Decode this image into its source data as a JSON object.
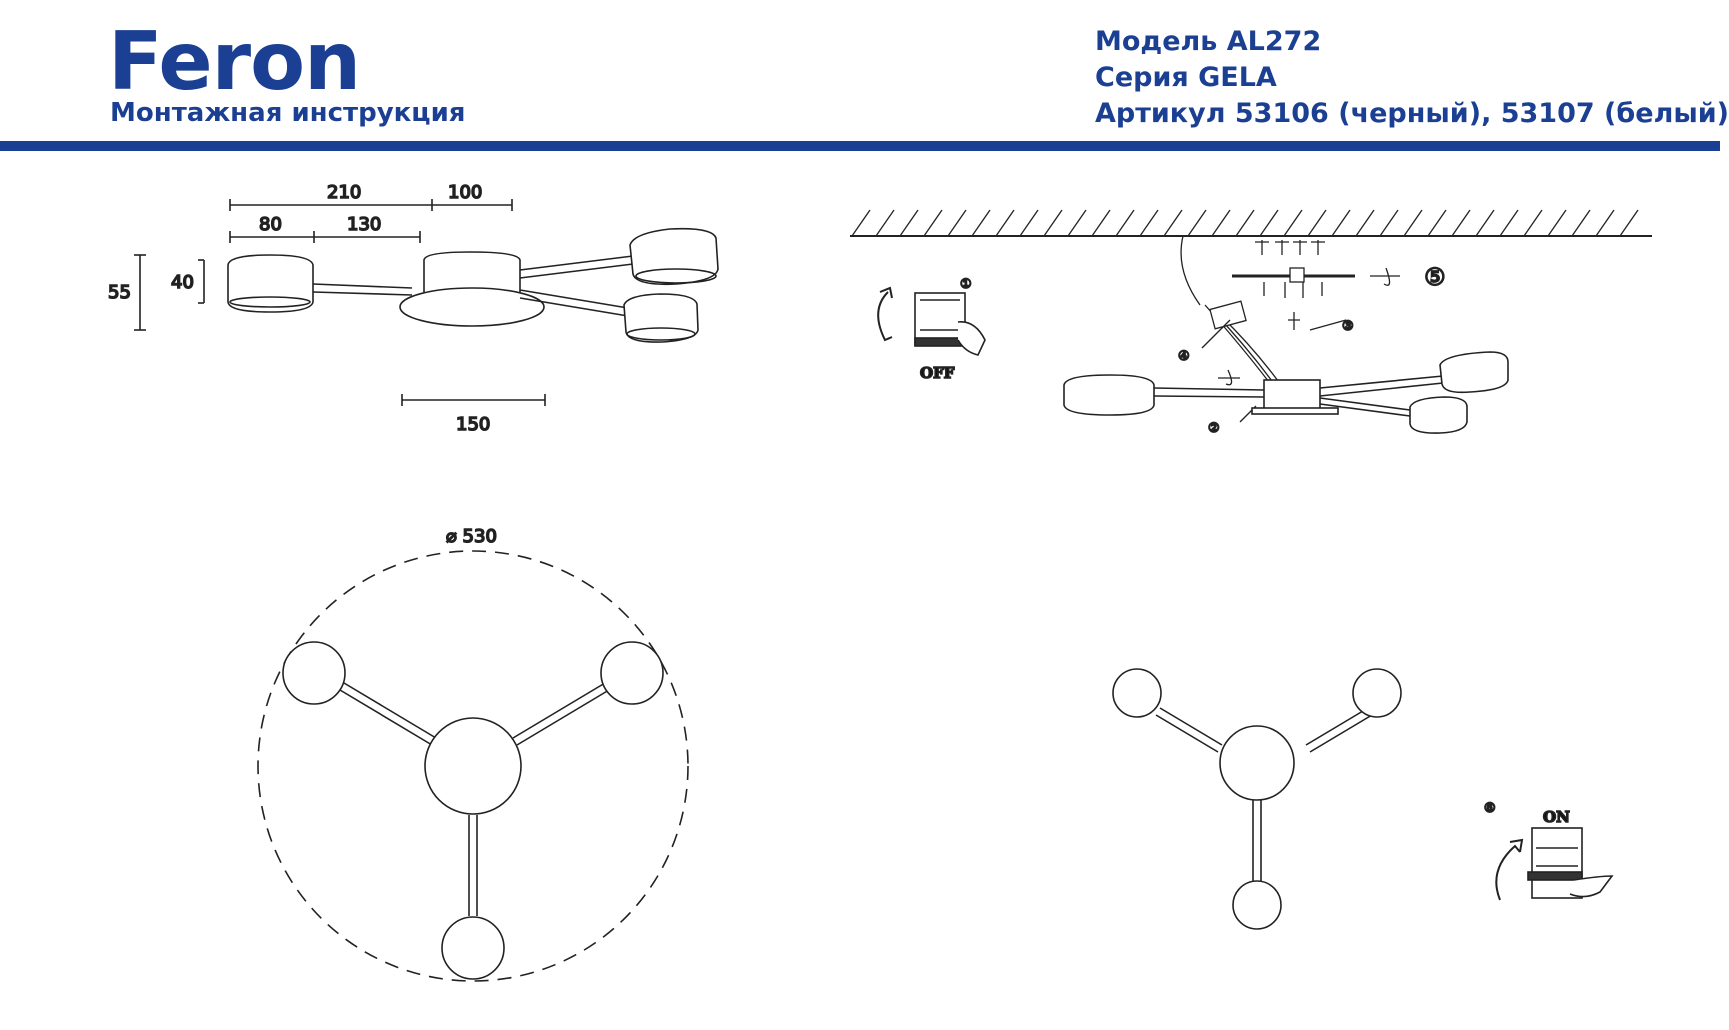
{
  "header": {
    "logo_text": "Feron",
    "subtitle": "Монтажная инструкция",
    "model": "Модель AL272",
    "series": "Серия GELA",
    "article": "Артикул 53106 (черный), 53107 (белый)",
    "brand_color": "#1b3f93"
  },
  "side_view": {
    "dim_210": "210",
    "dim_100": "100",
    "dim_80": "80",
    "dim_130": "130",
    "dim_55": "55",
    "dim_40": "40",
    "dim_150": "150"
  },
  "top_view": {
    "diameter": "⌀ 530"
  },
  "installation": {
    "switch_off_label": "OFF",
    "switch_on_label": "ON",
    "steps": [
      "①",
      "②",
      "③",
      "④",
      "⑤",
      "⑥"
    ]
  }
}
